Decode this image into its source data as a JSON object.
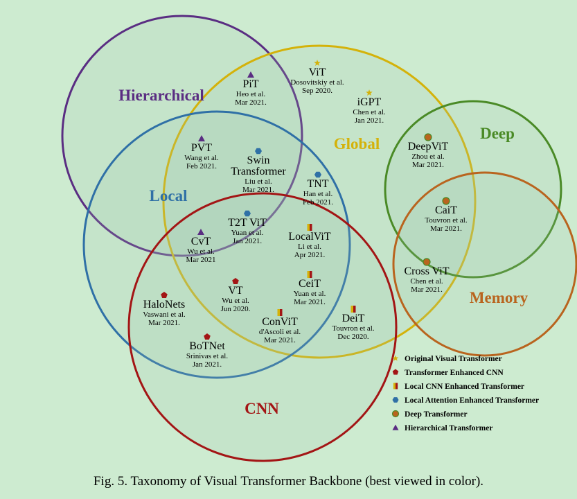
{
  "circles": [
    {
      "id": "hierarchical",
      "label": "Hierarchical",
      "color": "#5a2d82"
    },
    {
      "id": "global",
      "label": "Global",
      "color": "#d4b20a"
    },
    {
      "id": "local",
      "label": "Local",
      "color": "#2f70a6"
    },
    {
      "id": "cnn",
      "label": "CNN",
      "color": "#a31515"
    },
    {
      "id": "deep",
      "label": "Deep",
      "color": "#4a8a26"
    },
    {
      "id": "memory",
      "label": "Memory",
      "color": "#b9641e"
    }
  ],
  "models": [
    {
      "id": "pit",
      "name": "PiT",
      "cite": [
        "Heo et al.",
        "Mar 2021."
      ],
      "category": "hierarchical"
    },
    {
      "id": "vit",
      "name": "ViT",
      "cite": [
        "Dosovitskiy et al.",
        "Sep 2020."
      ],
      "category": "original"
    },
    {
      "id": "igpt",
      "name": "iGPT",
      "cite": [
        "Chen et al.",
        "Jan 2021."
      ],
      "category": "original"
    },
    {
      "id": "pvt",
      "name": "PVT",
      "cite": [
        "Wang et al.",
        "Feb 2021."
      ],
      "category": "hierarchical"
    },
    {
      "id": "swin",
      "name": "Swin\nTransformer",
      "cite": [
        "Liu et al.",
        "Mar 2021."
      ],
      "category": "local_attention"
    },
    {
      "id": "tnt",
      "name": "TNT",
      "cite": [
        "Han et al.",
        "Feb 2021."
      ],
      "category": "local_attention"
    },
    {
      "id": "deepvit",
      "name": "DeepViT",
      "cite": [
        "Zhou et al.",
        "Mar 2021."
      ],
      "category": "deep"
    },
    {
      "id": "cait",
      "name": "CaiT",
      "cite": [
        "Touvron et al.",
        "Mar 2021."
      ],
      "category": "deep"
    },
    {
      "id": "crossvit",
      "name": "Cross ViT",
      "cite": [
        "Chen et al.",
        "Mar 2021."
      ],
      "category": "deep"
    },
    {
      "id": "t2tvit",
      "name": "T2T ViT",
      "cite": [
        "Yuan et al.",
        "Jan 2021."
      ],
      "category": "local_attention"
    },
    {
      "id": "cvt",
      "name": "CvT",
      "cite": [
        "Wu et al.",
        "Mar 2021"
      ],
      "category": "hierarchical"
    },
    {
      "id": "localvit",
      "name": "LocalViT",
      "cite": [
        "Li et al.",
        "Apr 2021."
      ],
      "category": "local_cnn"
    },
    {
      "id": "vt",
      "name": "VT",
      "cite": [
        "Wu et al.",
        "Jun 2020."
      ],
      "category": "transformer_cnn"
    },
    {
      "id": "ceit",
      "name": "CeiT",
      "cite": [
        "Yuan et al.",
        "Mar 2021."
      ],
      "category": "local_cnn"
    },
    {
      "id": "halonets",
      "name": "HaloNets",
      "cite": [
        "Vaswani et al.",
        "Mar 2021."
      ],
      "category": "transformer_cnn"
    },
    {
      "id": "convit",
      "name": "ConViT",
      "cite": [
        "d'Ascoli et al.",
        "Mar 2021."
      ],
      "category": "local_cnn"
    },
    {
      "id": "deit",
      "name": "DeiT",
      "cite": [
        "Touvron et al.",
        "Dec 2020."
      ],
      "category": "local_cnn"
    },
    {
      "id": "botnet",
      "name": "BoTNet",
      "cite": [
        "Srinivas et al.",
        "Jan 2021."
      ],
      "category": "transformer_cnn"
    }
  ],
  "legend": [
    {
      "category": "original",
      "label": "Original Visual Transformer",
      "marker": "star",
      "color": "#d4b20a"
    },
    {
      "category": "transformer_cnn",
      "label": "Transformer Enhanced CNN",
      "marker": "pentagon",
      "color": "#a31515"
    },
    {
      "category": "local_cnn",
      "label": "Local CNN Enhanced Transformer",
      "marker": "split-square",
      "color": "#d4b20a",
      "color2": "#a31515"
    },
    {
      "category": "local_attention",
      "label": "Local Attention Enhanced Transformer",
      "marker": "hexagon",
      "color": "#2f70a6"
    },
    {
      "category": "deep",
      "label": "Deep Transformer",
      "marker": "dot",
      "color": "#4a8a26",
      "color2": "#b9641e"
    },
    {
      "category": "hierarchical",
      "label": "Hierarchical Transformer",
      "marker": "triangle",
      "color": "#5a2d82"
    }
  ],
  "caption": "Fig. 5.  Taxonomy of Visual Transformer Backbone (best viewed in color)."
}
